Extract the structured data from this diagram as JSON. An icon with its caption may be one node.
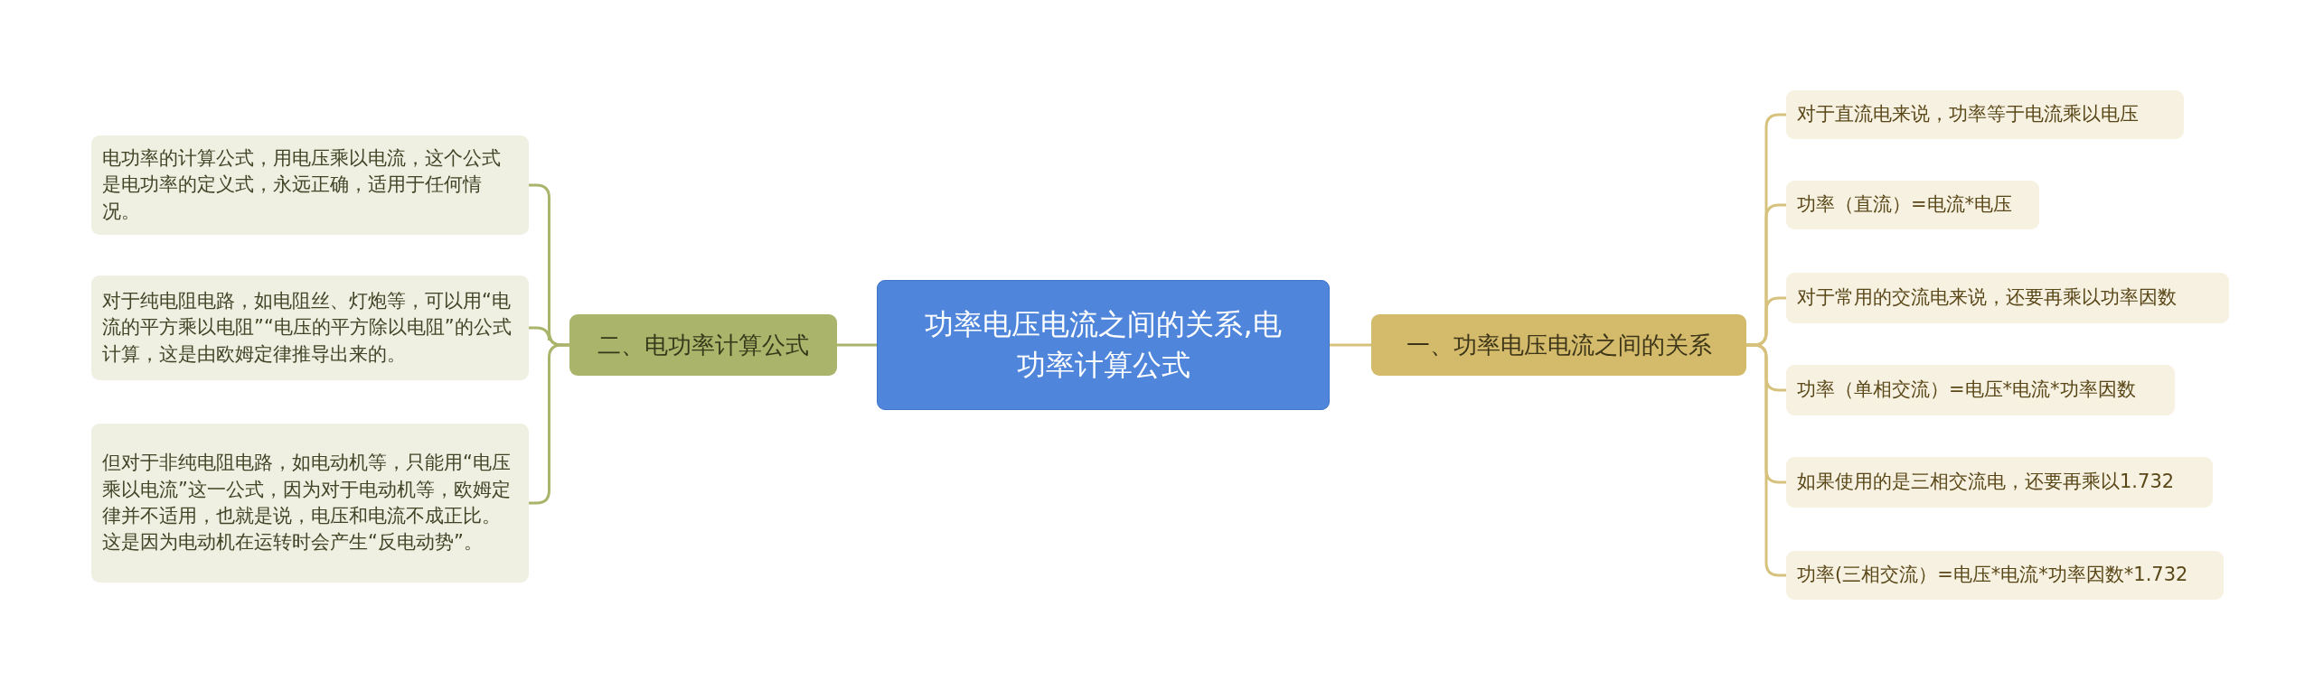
{
  "diagram": {
    "nodes": [
      {
        "text": [
          "功率电压电流之间的关系,电功率计算公式"
        ]
      },
      {
        "text": [
          "一、功率电压电流之间的关系"
        ]
      },
      {
        "text": [
          "对于直流电来说，功率等于电流乘以电压"
        ]
      },
      {
        "text": [
          "功率（直流）=电流*电压"
        ]
      },
      {
        "text": [
          "对于常用的交流电来说，还要再乘以功率因数"
        ]
      },
      {
        "text": [
          "功率（单相交流）=电压*电流*功率因数"
        ]
      },
      {
        "text": [
          "如果使用的是三相交流电，还要再乘以1.732"
        ]
      },
      {
        "text": [
          "功率(三相交流）=电压*电流*功率因数*1.732"
        ]
      },
      {
        "text": [
          "二、电功率计算公式"
        ]
      },
      {
        "text": [
          "电功率的计算公式，用电压乘以电流，这个公式是电功率的定义式，永远正确，适用于任何情况。"
        ]
      },
      {
        "text": [
          "对于纯电阻电路，如电阻丝、灯炮等，可以用“电流的平方乘以电阻”“电压的平方除以电阻”的公式计算，这是由欧姆定律推导出来的。"
        ]
      },
      {
        "text": [
          "但对于非纯电阻电路，如电动机等，只能用“电压乘以电流”这一公式，因为对于电动机等，欧姆定律并不适用，也就是说，电压和电流不成正比。这是因为电动机在运转时会产生“反电动势”。"
        ]
      }
    ],
    "edges": [
      {
        "from": 0,
        "to": 1,
        "arrow": "none"
      },
      {
        "from": 1,
        "to": 2,
        "arrow": "none"
      },
      {
        "from": 1,
        "to": 3,
        "arrow": "none"
      },
      {
        "from": 1,
        "to": 4,
        "arrow": "none"
      },
      {
        "from": 1,
        "to": 5,
        "arrow": "none"
      },
      {
        "from": 1,
        "to": 6,
        "arrow": "none"
      },
      {
        "from": 1,
        "to": 7,
        "arrow": "none"
      },
      {
        "from": 0,
        "to": 8,
        "arrow": "none"
      },
      {
        "from": 8,
        "to": 9,
        "arrow": "none"
      },
      {
        "from": 8,
        "to": 10,
        "arrow": "none"
      },
      {
        "from": 8,
        "to": 11,
        "arrow": "none"
      }
    ]
  }
}
